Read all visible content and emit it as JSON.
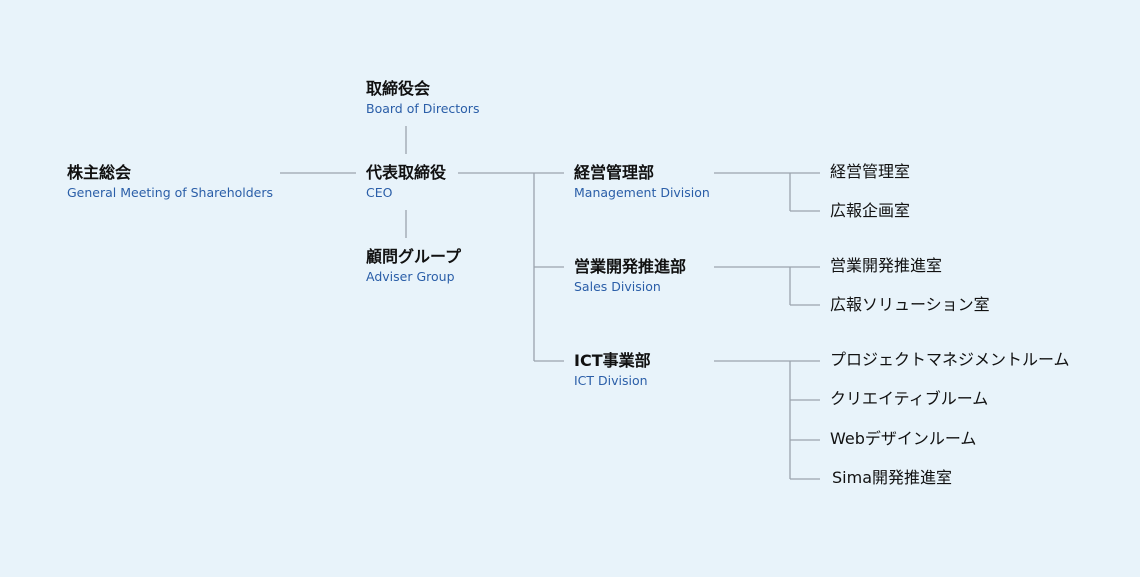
{
  "nodes": {
    "shareholders": {
      "jp": "株主総会",
      "en": "General Meeting of Shareholders"
    },
    "board": {
      "jp": "取締役会",
      "en": "Board of Directors"
    },
    "ceo": {
      "jp": "代表取締役",
      "en": "CEO"
    },
    "adviser": {
      "jp": "顧問グループ",
      "en": "Adviser Group"
    },
    "management": {
      "jp": "経営管理部",
      "en": "Management Division",
      "children": [
        "経営管理室",
        "広報企画室"
      ]
    },
    "sales": {
      "jp": "営業開発推進部",
      "en": "Sales Division",
      "children": [
        "営業開発推進室",
        "広報ソリューション室"
      ]
    },
    "ict": {
      "jp": "ICT事業部",
      "en": "ICT Division",
      "children": [
        "プロジェクトマネジメントルーム",
        "クリエイティブルーム",
        "Webデザインルーム",
        "Sima開発推進室"
      ]
    }
  },
  "colors": {
    "background": "#e8f3fa",
    "english_label": "#2a5ea8",
    "connector": "#9aa3ad"
  }
}
